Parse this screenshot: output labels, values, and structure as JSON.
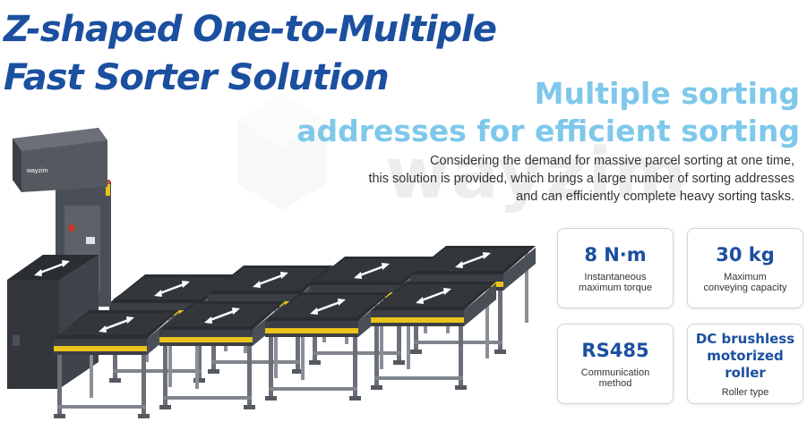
{
  "hero": {
    "title_line1": "Z-shaped One-to-Multiple",
    "title_line2": "Fast Sorter Solution",
    "subtitle_line1": "Multiple sorting",
    "subtitle_line2": "addresses for efficient sorting",
    "desc_line1": "Considering the demand for massive parcel sorting at one time,",
    "desc_line2": "this solution is provided, which brings a large number of sorting addresses",
    "desc_line3": "and can efficiently complete heavy sorting tasks.",
    "watermark": "wayzim"
  },
  "product": {
    "brand": "wayzim"
  },
  "specs": [
    {
      "value": "8 N·m",
      "label_line1": "Instantaneous",
      "label_line2": "maximum torque"
    },
    {
      "value": "30 kg",
      "label_line1": "Maximum",
      "label_line2": "conveying capacity"
    },
    {
      "value": "RS485",
      "label_line1": "Communication",
      "label_line2": "method"
    },
    {
      "value_line1": "DC brushless",
      "value_line2": "motorized roller",
      "label_line1": "Roller type"
    }
  ],
  "colors": {
    "title": "#1b4fa0",
    "subtitle": "#7ec8ea",
    "belt": "#2a2d31",
    "frame": "#6b7078",
    "accent_stripe": "#e9c21a"
  }
}
